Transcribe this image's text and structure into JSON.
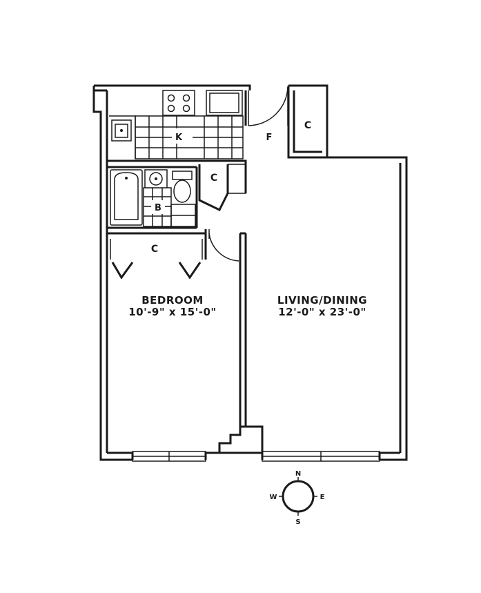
{
  "labels": {
    "kitchen": "K",
    "foyer": "F",
    "bath": "B",
    "closet_entry": "C",
    "closet_bath": "C",
    "closet_bedroom": "C"
  },
  "rooms": {
    "bedroom": {
      "name": "BEDROOM",
      "size": "10'-9\" x 15'-0\""
    },
    "living": {
      "name": "LIVING/DINING",
      "size": "12'-0\" x 23'-0\""
    }
  },
  "compass": {
    "n": "N",
    "s": "S",
    "e": "E",
    "w": "W"
  }
}
